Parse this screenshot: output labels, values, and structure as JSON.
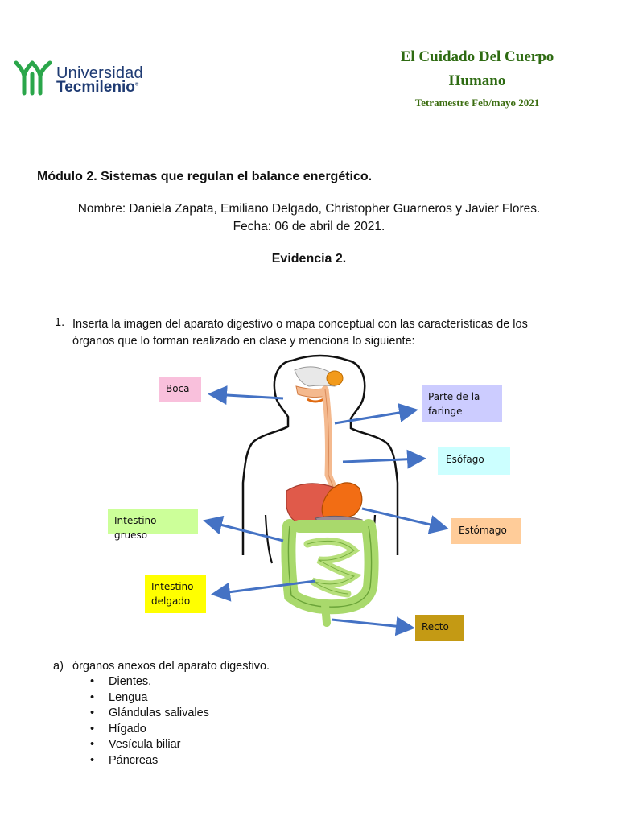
{
  "header": {
    "logo_line1": "Universidad",
    "logo_line2": "Tecmilenio",
    "logo_mark": "®",
    "title_line1": "El Cuidado Del Cuerpo",
    "title_line2": "Humano",
    "title_line3": "Tetramestre Feb/mayo 2021"
  },
  "doc": {
    "modulo": "Módulo 2. Sistemas que regulan el balance energético.",
    "nombre": "Nombre: Daniela Zapata, Emiliano Delgado, Christopher Guarneros y Javier Flores.",
    "fecha": "Fecha: 06 de abril de 2021.",
    "evidencia": "Evidencia 2."
  },
  "question": {
    "number": "1.",
    "text": "Inserta la imagen del aparato digestivo o mapa conceptual con las características de los órganos que lo forman realizado en clase y menciona lo siguiente:"
  },
  "diagram": {
    "labels": {
      "boca": "Boca",
      "faringe": "Parte de la faringe",
      "esofago": "Esófago",
      "intestino_grueso": "Intestino grueso",
      "estomago": "Estómago",
      "intestino_delgado": "Intestino delgado",
      "recto": "Recto"
    },
    "colors": {
      "boca": "#f9c0dc",
      "faringe": "#ccccff",
      "esofago": "#ccffff",
      "intestino_grueso": "#ccff99",
      "estomago": "#ffcc99",
      "intestino_delgado": "#ffff00",
      "recto": "#c49a14",
      "arrow": "#4472c4"
    }
  },
  "section_a": {
    "letter": "a)",
    "text": "órganos anexos del aparato digestivo.",
    "items": [
      "Dientes.",
      "Lengua",
      "Glándulas salivales",
      "Hígado",
      "Vesícula biliar",
      "Páncreas"
    ]
  }
}
